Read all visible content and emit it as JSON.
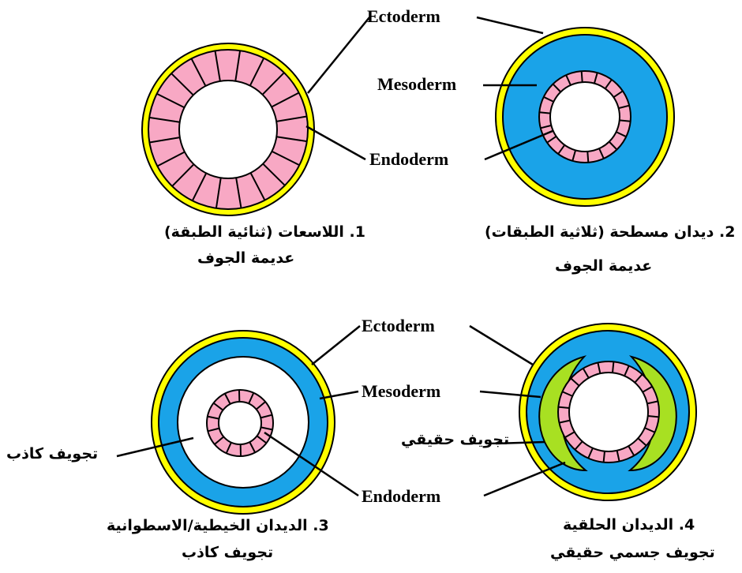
{
  "colors": {
    "ectoderm": "#ffff00",
    "mesoderm": "#1aa3e8",
    "endoderm": "#f8a8c4",
    "coelom": "#a8e022",
    "outline": "#000000",
    "background": "#ffffff"
  },
  "labels": {
    "ectoderm": "Ectoderm",
    "mesoderm": "Mesoderm",
    "endoderm": "Endoderm",
    "pseudocoelom": "تجويف  كاذب",
    "true_coelom": "تجويف حقيقي"
  },
  "diagrams": [
    {
      "number": "1.",
      "title": "اللاسعات (ثنائية الطبقة)",
      "subtitle": "عديمة الجوف"
    },
    {
      "number": "2.",
      "title": "ديدان مسطحة (ثلاثية الطبقات)",
      "subtitle": "عديمة الجوف"
    },
    {
      "number": "3.",
      "title": "الديدان الخيطية/الاسطوانية",
      "subtitle": "تجويف كاذب"
    },
    {
      "number": "4.",
      "title": "الديدان الحلقية",
      "subtitle": "تجويف جسمي حقيقي"
    }
  ]
}
